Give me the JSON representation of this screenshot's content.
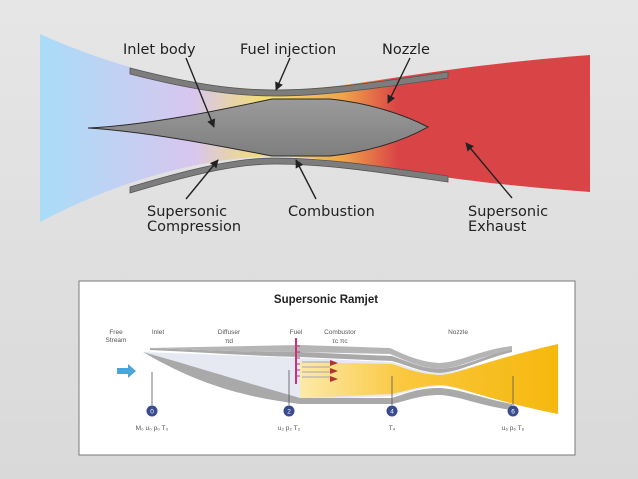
{
  "top_diagram": {
    "labels": {
      "inlet_body": "Inlet body",
      "fuel_injection": "Fuel injection",
      "nozzle": "Nozzle",
      "supersonic_compression_1": "Supersonic",
      "supersonic_compression_2": "Compression",
      "combustion": "Combustion",
      "supersonic_exhaust_1": "Supersonic",
      "supersonic_exhaust_2": "Exhaust"
    },
    "colors": {
      "cold_flow": "#a9dcf8",
      "compression": "#d8c6ee",
      "combustion": "#f6e066",
      "hot_flow": "#f0a44a",
      "exhaust": "#d94546",
      "body": "#8a8a8a"
    }
  },
  "bottom_diagram": {
    "title": "Supersonic Ramjet",
    "labels": {
      "free_stream_1": "Free",
      "free_stream_2": "Stream",
      "inlet": "Inlet",
      "diffuser": "Diffuser",
      "diffuser_param": "πd",
      "fuel": "Fuel",
      "combustor": "Combustor",
      "combustor_params": "τc  πc",
      "nozzle": "Nozzle"
    },
    "stations": [
      {
        "number": "0",
        "values": "M₀ u₀ p₀ T₀"
      },
      {
        "number": "2",
        "values": "u₂ p₂ T₂"
      },
      {
        "number": "4",
        "values": "T₄"
      },
      {
        "number": "6",
        "values": "u₆ p₆ T₆"
      }
    ],
    "colors": {
      "station_marker": "#3a4a8f",
      "fuel_line": "#c8327a",
      "arrow": "#4aa6d6",
      "flame": "#f5b400"
    }
  }
}
